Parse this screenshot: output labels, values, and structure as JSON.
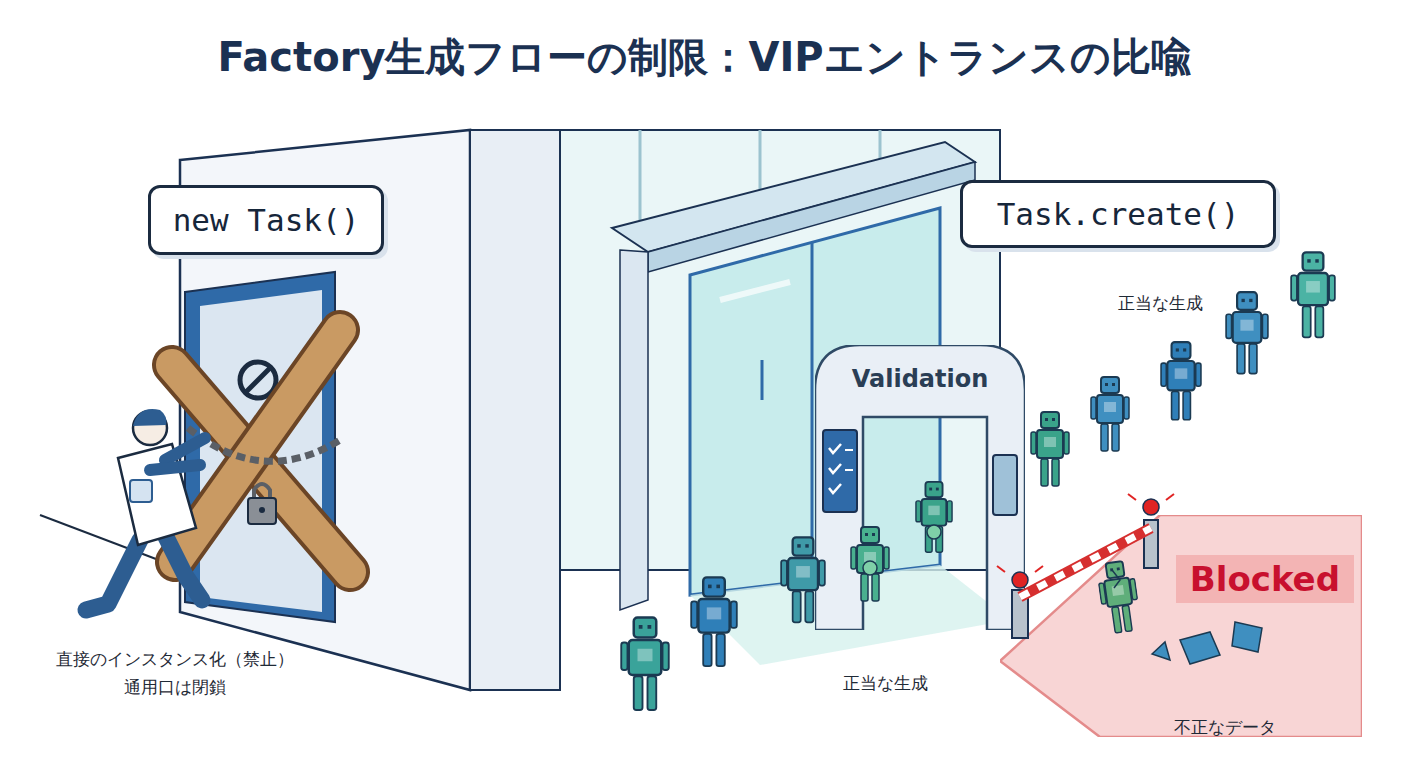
{
  "diagram": {
    "title": "Factory生成フローの制限：VIPエントランスの比喩",
    "nodes": [
      {
        "text": [
          "new Task()"
        ]
      },
      {
        "text": [
          "Task.create()"
        ]
      },
      {
        "text": [
          "Validation"
        ]
      },
      {
        "text": [
          "Blocked"
        ]
      }
    ],
    "labels": [
      "直接のインスタンス化（禁止）",
      "通用口は閉鎖",
      "正当な生成",
      "正当な生成",
      "不正なデータ"
    ]
  }
}
